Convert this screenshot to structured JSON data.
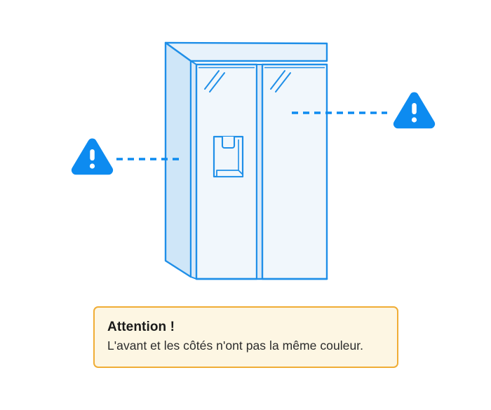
{
  "illustration": {
    "name": "side-by-side-refrigerator-color-difference",
    "colors": {
      "outline": "#1f8fe8",
      "accent": "#0d8bf0",
      "side_panel_fill": "#cfe6f8",
      "front_door_fill": "#f1f7fc",
      "top_panel_fill": "#e7f2fb",
      "door_edge_fill": "#dceaf7",
      "callout_bg": "#fdf6e3",
      "callout_border": "#f0ad35",
      "page_bg": "#ffffff"
    },
    "appliance": {
      "type": "side-by-side refrigerator",
      "doors": 2,
      "has_water_dispenser": true,
      "dispenser_door": "left"
    },
    "markers": [
      {
        "id": "left-warning",
        "icon": "warning-triangle-icon",
        "glyph": "!",
        "points_to": "left-side-panel",
        "leader_line": "dashed"
      },
      {
        "id": "right-warning",
        "icon": "warning-triangle-icon",
        "glyph": "!",
        "points_to": "right-front-door",
        "leader_line": "dashed"
      }
    ]
  },
  "callout": {
    "title": "Attention !",
    "message": "L'avant et les côtés n'ont pas la même couleur."
  }
}
